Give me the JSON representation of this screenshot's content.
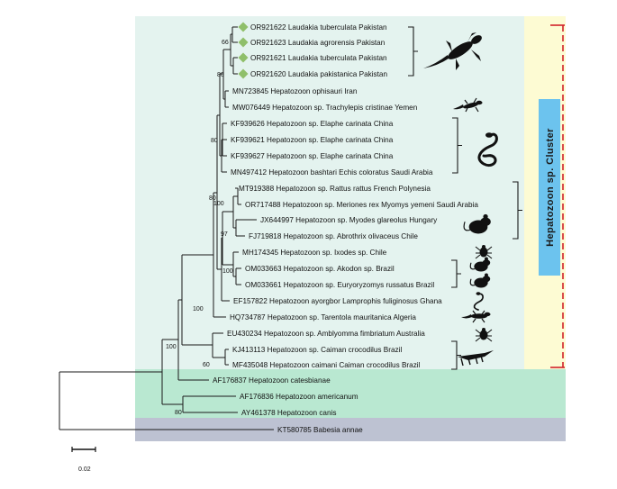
{
  "colors": {
    "cluster_bg": "#e4f3ef",
    "outgroup_bg": "#b9e8d1",
    "babesia_bg": "#bdc2d2",
    "yellow_panel": "#fdfbd3",
    "blue_label_bg": "#6cc3ee",
    "dashed_red": "#d2232a",
    "diamond_green": "#8fbf6a"
  },
  "cluster_label": "Hepatozoon sp. Cluster",
  "scale_bar_label": "0.02",
  "tips": [
    {
      "label": "OR921622 Laudakia tuberculata Pakistan",
      "marker": "diamond"
    },
    {
      "label": "OR921623 Laudakia agrorensis Pakistan",
      "marker": "diamond"
    },
    {
      "label": "OR921621 Laudakia tuberculata Pakistan",
      "marker": "diamond"
    },
    {
      "label": "OR921620 Laudakia pakistanica Pakistan",
      "marker": "diamond"
    },
    {
      "label": "MN723845 Hepatozoon ophisauri Iran"
    },
    {
      "label": "MW076449 Hepatozoon sp. Trachylepis cristinae Yemen"
    },
    {
      "label": "KF939626 Hepatozoon sp. Elaphe carinata China"
    },
    {
      "label": "KF939621 Hepatozoon sp. Elaphe carinata China"
    },
    {
      "label": "KF939627 Hepatozoon sp. Elaphe carinata China"
    },
    {
      "label": "MN497412 Hepatozoon bashtari Echis coloratus Saudi Arabia"
    },
    {
      "label": "MT919388 Hepatozoon sp. Rattus rattus French Polynesia"
    },
    {
      "label": "OR717488 Hepatozoon sp. Meriones rex Myomys yemeni Saudi Arabia"
    },
    {
      "label": "JX644997 Hepatozoon sp. Myodes glareolus Hungary"
    },
    {
      "label": "FJ719818 Hepatozoon sp. Abrothrix olivaceus Chile"
    },
    {
      "label": "MH174345 Hepatozoon sp. Ixodes sp. Chile"
    },
    {
      "label": "OM033663 Hepatozoon sp. Akodon sp. Brazil"
    },
    {
      "label": "OM033661 Hepatozoon sp. Euryoryzomys russatus Brazil"
    },
    {
      "label": "EF157822 Hepatozoon ayorgbor Lamprophis fuliginosus Ghana"
    },
    {
      "label": "HQ734787 Hepatozoon sp. Tarentola mauritanica Algeria"
    },
    {
      "label": "EU430234 Hepatozoon sp. Amblyomma fimbriatum Australia"
    },
    {
      "label": "KJ413113 Hepatozoon sp. Caiman crocodilus Brazil"
    },
    {
      "label": "MF435048 Hepatozoon caimani Caiman crocodilus Brazil"
    },
    {
      "label": "AF176837 Hepatozoon catesbianae"
    },
    {
      "label": "AF176836 Hepatozoon americanum"
    },
    {
      "label": "AY461378 Hepatozoon canis"
    },
    {
      "label": "KT580785 Babesia annae"
    }
  ],
  "bootstrap": [
    "66",
    "80",
    "80",
    "80",
    "100",
    "97",
    "100",
    "100",
    "100",
    "60",
    "80"
  ],
  "silhouettes": [
    "lizard-icon",
    "small-lizard-icon",
    "snake-icon",
    "rodent-icon",
    "tick-icon",
    "rodent-icon",
    "rodent-icon",
    "snake-icon",
    "gecko-icon",
    "tick-icon",
    "crocodile-icon"
  ]
}
